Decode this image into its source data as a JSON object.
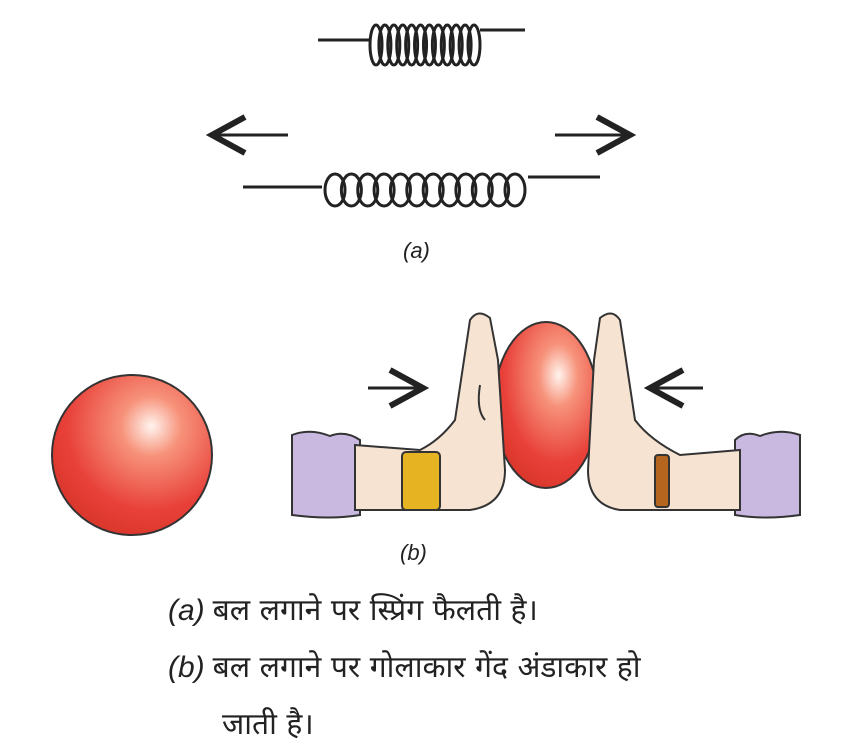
{
  "figure": {
    "label_a": "(a)",
    "label_b": "(b)",
    "colors": {
      "ball": "#e8413a",
      "ball_highlight": "#fde0d8",
      "sleeve": "#c9b8e0",
      "skin": "#f6e3d2",
      "bangle": "#e0b020",
      "strap": "#b5651d"
    }
  },
  "caption": {
    "a_marker": "(a)",
    "a_text": "बल लगाने पर स्प्रिंग फैलती है।",
    "b_marker": "(b)",
    "b_text": "बल लगाने पर गोलाकार गेंद अंडाकार हो",
    "b_text_cont": "जाती है।"
  }
}
